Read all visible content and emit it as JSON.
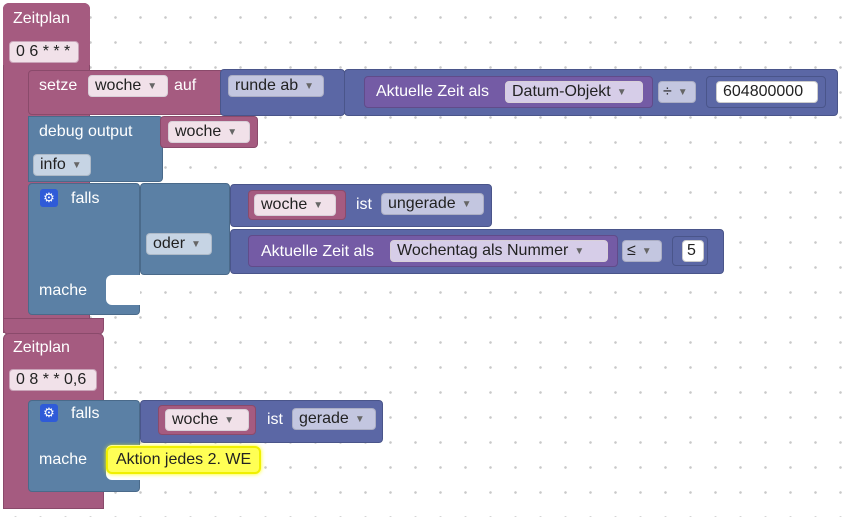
{
  "schedule1": {
    "title": "Zeitplan",
    "cron": "0 6 * * *",
    "set_label": "setze",
    "var_woche": "woche",
    "auf_label": "auf",
    "round_op": "runde ab",
    "time_label": "Aktuelle Zeit als",
    "time_format": "Datum-Objekt",
    "divide_op": "÷",
    "divisor": "604800000",
    "debug_label": "debug output",
    "debug_var": "woche",
    "debug_level": "info",
    "if_label": "falls",
    "cond1_var": "woche",
    "ist_label": "ist",
    "cond1_parity": "ungerade",
    "or_op": "oder",
    "time_label2": "Aktuelle Zeit als",
    "time_format2": "Wochentag als Nummer",
    "compare_op": "≤",
    "compare_value": "5",
    "do_label": "mache"
  },
  "schedule2": {
    "title": "Zeitplan",
    "cron": "0 8 * * 0,6",
    "if_label": "falls",
    "cond_var": "woche",
    "ist_label": "ist",
    "cond_parity": "gerade",
    "do_label": "mache",
    "comment": "Aktion jedes 2. WE"
  },
  "colors": {
    "schedule": "#a55b80",
    "logic": "#5b80a5",
    "math": "#5b67a5",
    "time": "#745ba5",
    "comment": "#ffff55"
  }
}
